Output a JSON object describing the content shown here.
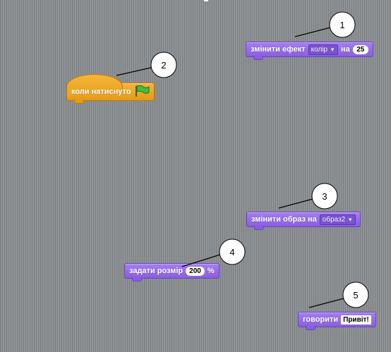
{
  "blocks": {
    "change_effect": {
      "label": "змінити ефект",
      "effect": "колір",
      "by_label": "на",
      "value": "25"
    },
    "when_flag": {
      "label": "коли натиснуто"
    },
    "switch_costume": {
      "label": "змінити образ на",
      "costume": "образ2"
    },
    "set_size": {
      "label": "задати розмір",
      "value": "200",
      "unit": "%"
    },
    "say": {
      "label": "говорити",
      "text": "Привіт!"
    }
  },
  "callouts": [
    "1",
    "2",
    "3",
    "4",
    "5"
  ],
  "colors": {
    "looks": "#8a5ee0",
    "events": "#e39a17",
    "flag": "#3cbf3c",
    "background": "#8a8d90"
  },
  "icons": {
    "dropdown": "chevron-down-icon",
    "green_flag": "green-flag-icon"
  }
}
